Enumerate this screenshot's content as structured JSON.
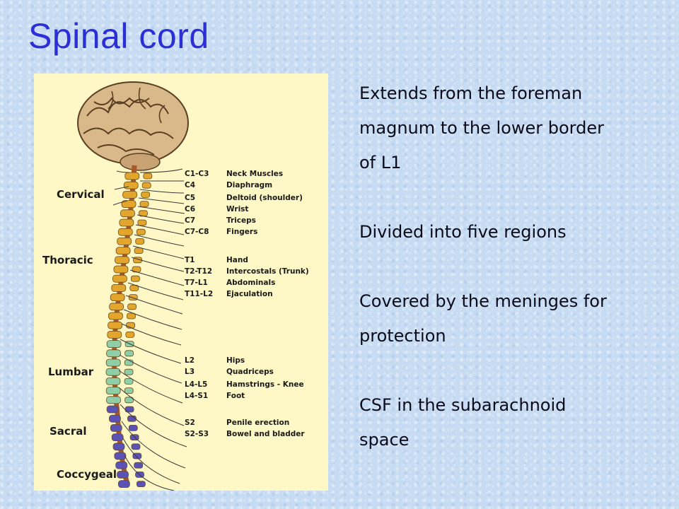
{
  "slide": {
    "title": "Spinal cord"
  },
  "diagram": {
    "regions": [
      "Cervical",
      "Thoracic",
      "Lumbar",
      "Sacral",
      "Coccygeal"
    ],
    "segments": [
      {
        "seg": "C1-C3",
        "function": "Neck Muscles"
      },
      {
        "seg": "C4",
        "function": "Diaphragm"
      },
      {
        "seg": "C5",
        "function": "Deltoid (shoulder)"
      },
      {
        "seg": "C6",
        "function": "Wrist"
      },
      {
        "seg": "C7",
        "function": "Triceps"
      },
      {
        "seg": "C7-C8",
        "function": "Fingers"
      },
      {
        "seg": "T1",
        "function": "Hand"
      },
      {
        "seg": "T2-T12",
        "function": "Intercostals (Trunk)"
      },
      {
        "seg": "T7-L1",
        "function": "Abdominals"
      },
      {
        "seg": "T11-L2",
        "function": "Ejaculation"
      },
      {
        "seg": "L2",
        "function": "Hips"
      },
      {
        "seg": "L3",
        "function": "Quadriceps"
      },
      {
        "seg": "L4-L5",
        "function": "Hamstrings - Knee"
      },
      {
        "seg": "L4-S1",
        "function": "Foot"
      },
      {
        "seg": "S2",
        "function": "Penile erection"
      },
      {
        "seg": "S2-S3",
        "function": "Bowel and bladder"
      }
    ],
    "colors": {
      "background": "#fdf8c6",
      "brain": "#d9b98a",
      "cervical_thoracic_vertebrae": "#e2a62c",
      "lumbar_vertebrae": "#8fcfa8",
      "sacral_vertebrae": "#5b52b5",
      "cord": "#a65a2a"
    }
  },
  "bullets": [
    "Extends from the foreman",
    "magnum to the  lower border",
    "of  L1",
    "Divided into five regions",
    "Covered by the meninges for",
    "protection",
    "CSF in the subarachnoid",
    "space"
  ]
}
